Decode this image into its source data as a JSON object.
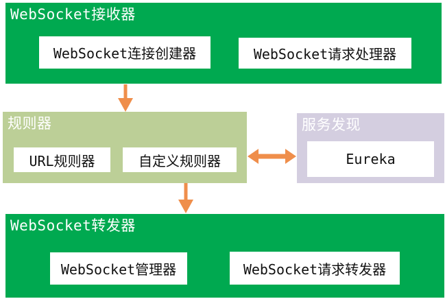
{
  "colors": {
    "green": "#00a950",
    "light_green": "#bccf97",
    "lavender": "#d4cee0",
    "orange": "#ef8e4b"
  },
  "receiver": {
    "title": "WebSocket接收器",
    "items": [
      {
        "label": "WebSocket连接创建器"
      },
      {
        "label": "WebSocket请求处理器"
      }
    ]
  },
  "ruler": {
    "title": "规则器",
    "items": [
      {
        "label": "URL规则器"
      },
      {
        "label": "自定义规则器"
      }
    ]
  },
  "discovery": {
    "title": "服务发现",
    "items": [
      {
        "label": "Eureka"
      }
    ]
  },
  "forwarder": {
    "title": "WebSocket转发器",
    "items": [
      {
        "label": "WebSocket管理器"
      },
      {
        "label": "WebSocket请求转发器"
      }
    ]
  },
  "arrows": [
    {
      "name": "receiver-to-ruler",
      "direction": "down"
    },
    {
      "name": "ruler-to-discovery",
      "direction": "both"
    },
    {
      "name": "ruler-to-forwarder",
      "direction": "down"
    }
  ]
}
